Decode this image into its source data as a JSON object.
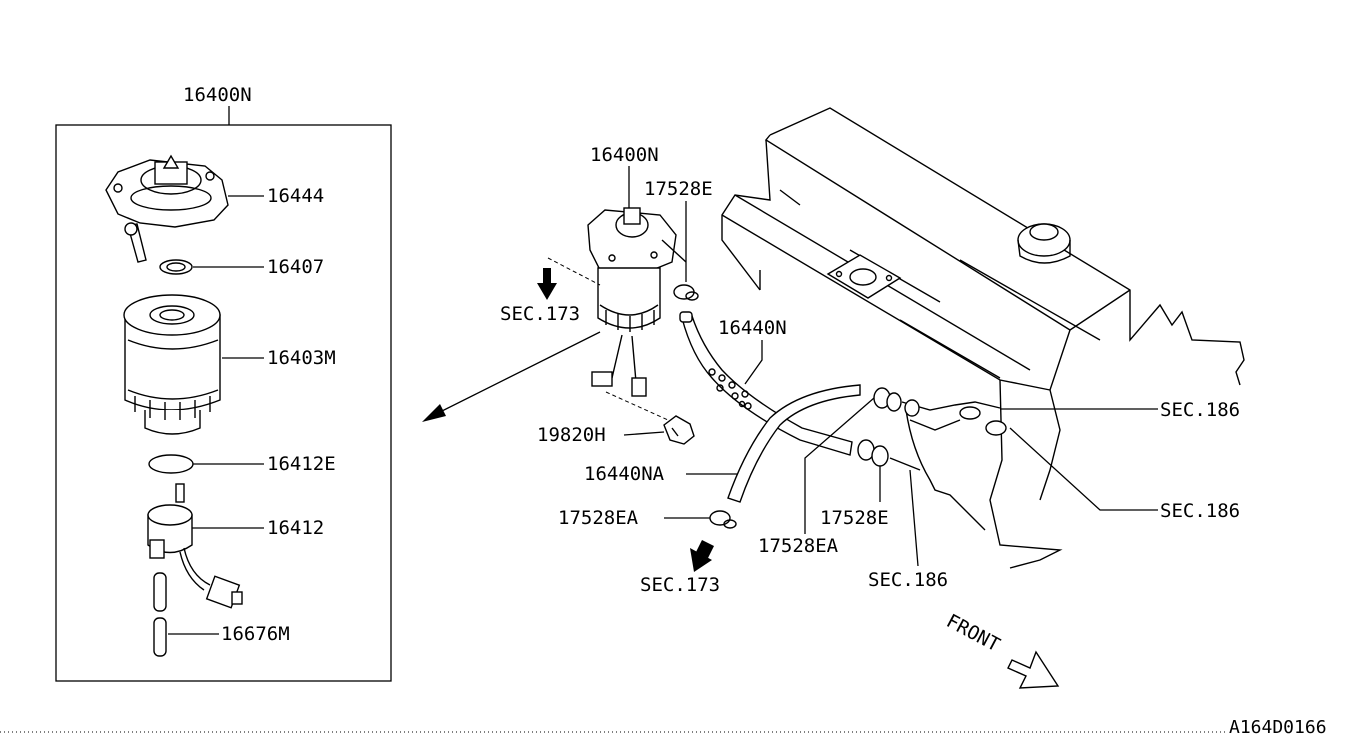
{
  "kit_label": "16400N",
  "kit_parts": [
    {
      "code": "16444"
    },
    {
      "code": "16407"
    },
    {
      "code": "16403M"
    },
    {
      "code": "16412E"
    },
    {
      "code": "16412"
    },
    {
      "code": "16676M"
    }
  ],
  "assembly_labels": {
    "filter_assembly": "16400N",
    "clamp_upper": "17528E",
    "sec_173_upper": "SEC.173",
    "hose_main": "16440N",
    "sensor": "19820H",
    "hose_return": "16440NA",
    "clamp_left": "17528EA",
    "sec_173_lower": "SEC.173",
    "clamp_mid": "17528EA",
    "clamp_right": "17528E",
    "sec_186_bottom": "SEC.186",
    "sec_186_top": "SEC.186",
    "sec_186_mid": "SEC.186"
  },
  "front_label": "FRONT",
  "diagram_code": "A164D0166",
  "icons": [
    "arrow-down-icon",
    "front-arrow-icon"
  ]
}
